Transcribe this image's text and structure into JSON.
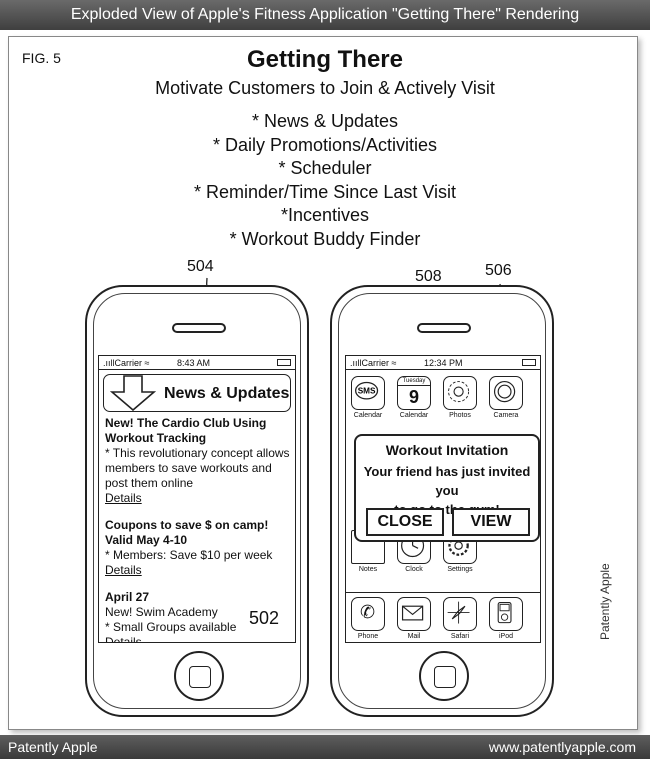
{
  "header": {
    "title": "Exploded View of Apple's Fitness Application \"Getting There\" Rendering"
  },
  "figure": {
    "label": "FIG. 5",
    "title": "Getting There",
    "subtitle": "Motivate Customers to Join & Actively Visit",
    "features": [
      "* News & Updates",
      "* Daily Promotions/Activities",
      "* Scheduler",
      "* Reminder/Time Since Last Visit",
      "*Incentives",
      "* Workout Buddy Finder"
    ],
    "refs": {
      "left_phone": "504",
      "right_phone": "508",
      "popup": "506",
      "news_list": "502"
    }
  },
  "left_phone": {
    "status": {
      "carrier": ".ııllCarrier ≈",
      "time": "8:43 AM"
    },
    "header_title": "News & Updates",
    "items": [
      {
        "title_lines": [
          "New! The Cardio Club Using",
          "Workout Tracking"
        ],
        "body_lines": [
          "* This revolutionary concept allows",
          "members to save workouts and",
          "post them online"
        ],
        "link": "Details"
      },
      {
        "title_lines": [
          "Coupons to save $ on camp!",
          "Valid May 4-10"
        ],
        "body_lines": [
          "* Members: Save $10 per week"
        ],
        "link": "Details"
      },
      {
        "title_lines": [
          "April 27"
        ],
        "body_lines": [
          "New! Swim Academy",
          "* Small Groups available"
        ],
        "link": "Details"
      }
    ]
  },
  "right_phone": {
    "status": {
      "carrier": ".ııllCarrier ≈",
      "time": "12:34 PM"
    },
    "calendar_icon": {
      "day": "Tuesday",
      "date": "9"
    },
    "sms_label": "SMS",
    "apps_top": [
      "Calendar",
      "Calendar",
      "Photos",
      "Camera"
    ],
    "apps_mid": [
      "Notes",
      "Clock",
      "Settings"
    ],
    "dock": [
      "Phone",
      "Mail",
      "Safari",
      "iPod"
    ],
    "popup": {
      "title": "Workout Invitation",
      "message_lines": [
        "Your friend has just invited you",
        "to go to the gym!"
      ],
      "close_label": "CLOSE",
      "view_label": "VIEW"
    }
  },
  "footer": {
    "left": "Patently Apple",
    "right": "www.patentlyapple.com",
    "side_watermark": "Patently Apple"
  }
}
